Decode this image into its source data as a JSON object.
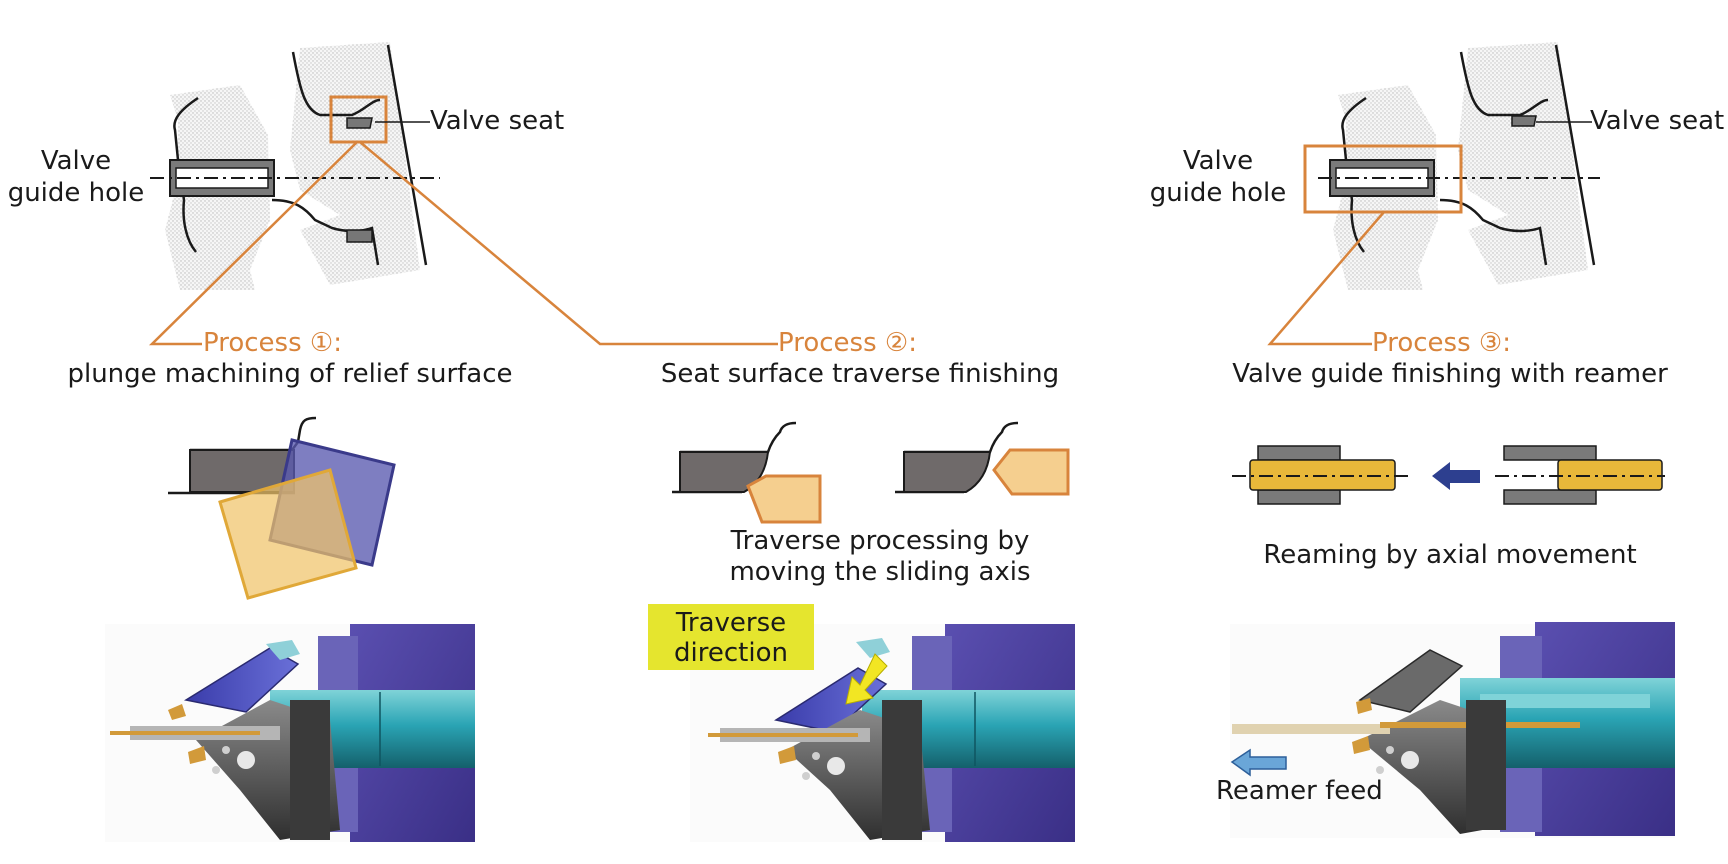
{
  "labels": {
    "valve_seat": "Valve seat",
    "valve_line1": "Valve",
    "valve_line2": "guide hole"
  },
  "processes": [
    {
      "title": "Process ①:",
      "description": "plunge machining of relief surface"
    },
    {
      "title": "Process ②:",
      "description": "Seat surface traverse finishing"
    },
    {
      "title": "Process ③:",
      "description": "Valve guide finishing with reamer"
    }
  ],
  "captions": {
    "traverse_line1": "Traverse processing by",
    "traverse_line2": "moving the sliding axis",
    "reaming": "Reaming by axial movement",
    "traverse_tag_line1": "Traverse",
    "traverse_tag_line2": "direction",
    "reamer_feed": "Reamer feed"
  },
  "colors": {
    "process_orange": "#d8843c",
    "callout_yellow": "#e5e52e",
    "tool_blue": "#4b4db0",
    "tool_gold": "#e8b83a",
    "arrow_blue": "#2d3f8f",
    "machine_purple": "#4a3f9a",
    "machine_teal": "#2aa4b4"
  }
}
